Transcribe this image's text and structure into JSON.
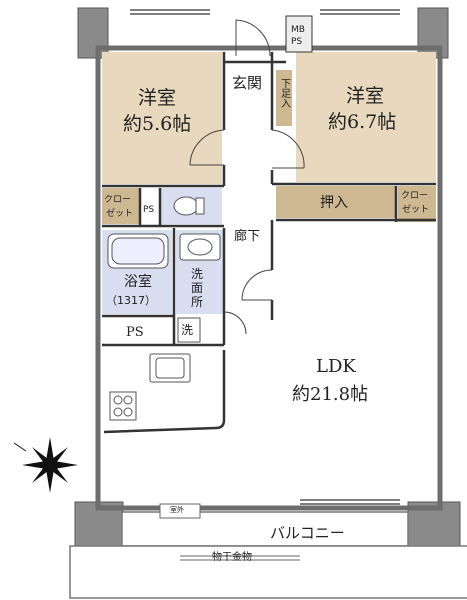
{
  "colors": {
    "bedroom": "#e8d8bd",
    "oshiire": "#cdb892",
    "closet": "#cdb892",
    "bath": "#d8deef",
    "wall": "#7a7a7a",
    "floor": "#ffffff"
  },
  "rooms": {
    "western_left": {
      "name": "洋室",
      "size": "約5.6帖"
    },
    "western_right": {
      "name": "洋室",
      "size": "約6.7帖"
    },
    "entrance": "玄関",
    "shoe_box": "下足入",
    "mb_ps": {
      "line1": "MB",
      "line2": "PS"
    },
    "closet_left": {
      "line1": "クロー",
      "line2": "ゼット"
    },
    "closet_right": {
      "line1": "クロー",
      "line2": "ゼット"
    },
    "oshiire": "押入",
    "ps_small": "PS",
    "corridor": "廊下",
    "bath": {
      "name": "浴室",
      "size": "（1317）"
    },
    "washroom": {
      "line1": "洗",
      "line2": "面",
      "line3": "所"
    },
    "ps_bottom": "PS",
    "washer": "洗",
    "ldk": {
      "name": "LDK",
      "size": "約21.8帖"
    },
    "balcony": "バルコニー",
    "drying_rack": "物干金物",
    "aircon_unit": "室外"
  },
  "compass_icon": "north-compass-icon"
}
